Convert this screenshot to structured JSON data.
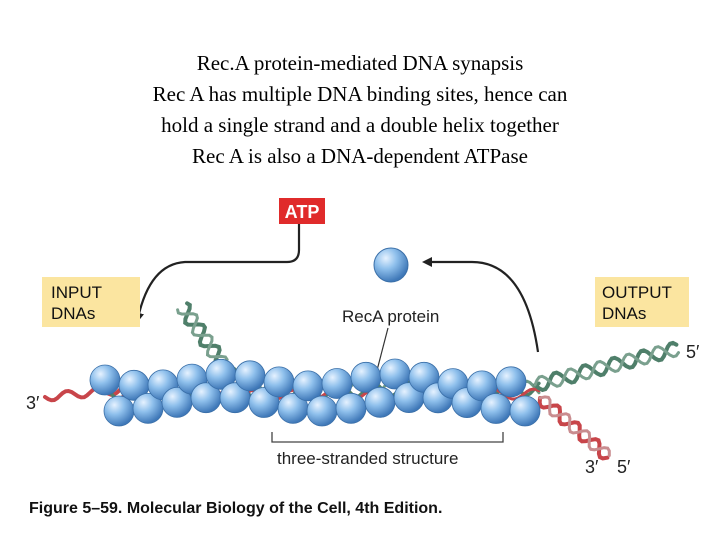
{
  "slide": {
    "title_lines": [
      "Rec.A protein-mediated DNA synapsis",
      "Rec A has multiple DNA binding sites, hence can",
      "hold a single strand and a double helix together",
      "Rec A is also a DNA-dependent ATPase"
    ]
  },
  "diagram": {
    "atp_label": "ATP",
    "input_label_lines": [
      "INPUT",
      "DNAs"
    ],
    "output_label_lines": [
      "OUTPUT",
      "DNAs"
    ],
    "reca_label": "RecA protein",
    "structure_label": "three-stranded structure",
    "end_labels": {
      "left_3prime": "3′",
      "right_top_5prime": "5′",
      "right_bottom_3prime": "3′",
      "right_bottom_5prime": "5′"
    },
    "colors": {
      "label_box": "#fbe5a0",
      "atp_box": "#e02b2b",
      "protein_blue": "#7fb4e6",
      "dna_green": "#4f7f6a",
      "dna_red": "#c8454a"
    }
  },
  "caption": {
    "figure": "Figure 5–59.",
    "source": "Molecular Biology of the Cell, 4th Edition."
  }
}
